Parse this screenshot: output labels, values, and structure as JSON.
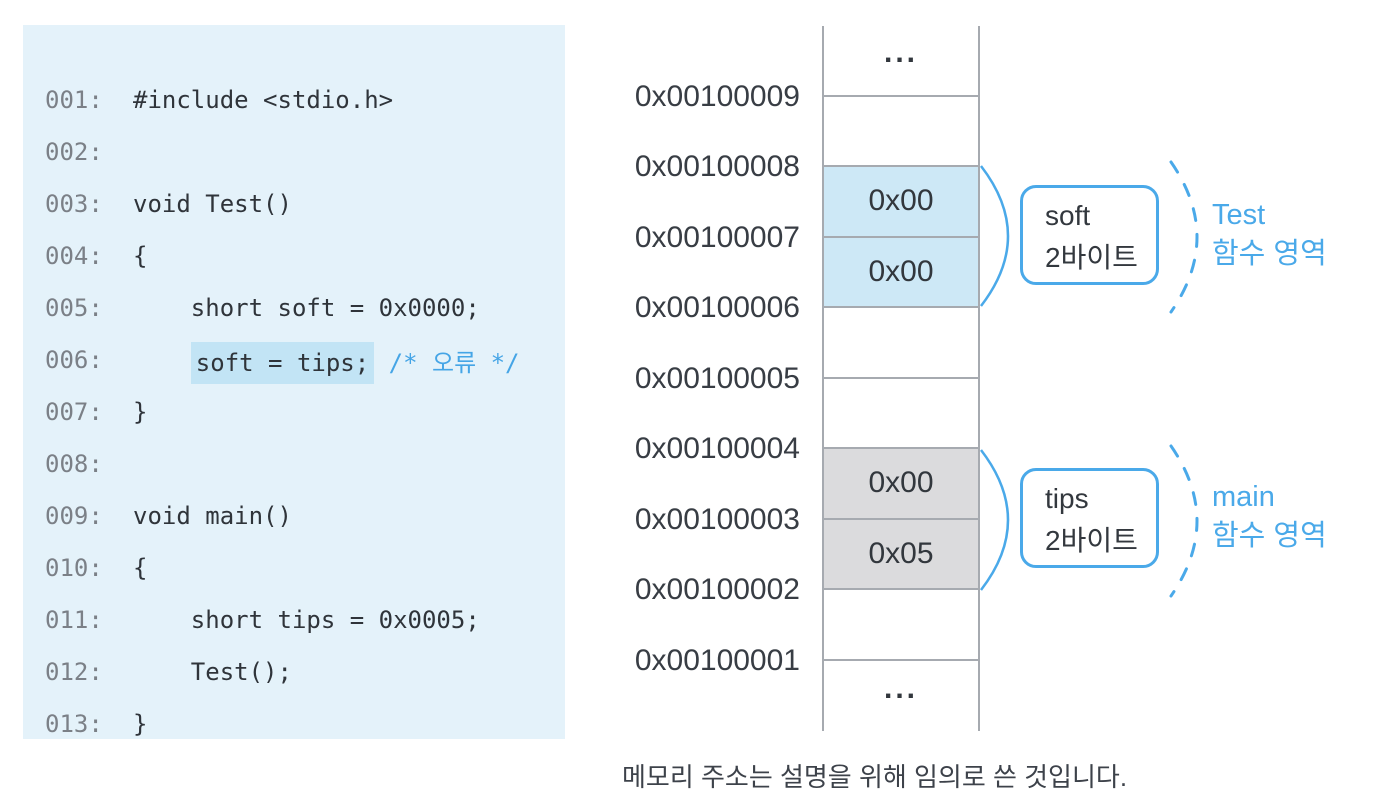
{
  "colors": {
    "accent_blue": "#4aa9e9",
    "panel_bg": "#e4f2fa",
    "highlight_bg": "#c2e4f5",
    "comment_blue": "#45a5e6",
    "cell_blue": "#cde8f6",
    "cell_gray": "#dbdbdd",
    "grid_line_gray": "#a6aab0",
    "code_text": "#2f343a",
    "line_number_gray": "#7b8087"
  },
  "code_panel": {
    "lines": [
      {
        "num": "001:",
        "segments": [
          {
            "t": "#include <stdio.h>",
            "s": "code"
          }
        ]
      },
      {
        "num": "002:",
        "segments": []
      },
      {
        "num": "003:",
        "segments": [
          {
            "t": "void Test()",
            "s": "code"
          }
        ]
      },
      {
        "num": "004:",
        "segments": [
          {
            "t": "{",
            "s": "code"
          }
        ]
      },
      {
        "num": "005:",
        "segments": [
          {
            "t": "    short soft = 0x0000;",
            "s": "code"
          }
        ]
      },
      {
        "num": "006:",
        "segments": [
          {
            "t": "    ",
            "s": "code"
          },
          {
            "t": "soft = tips;",
            "s": "highlight"
          },
          {
            "t": " ",
            "s": "code"
          },
          {
            "t": "/* 오류 */",
            "s": "comment"
          }
        ]
      },
      {
        "num": "007:",
        "segments": [
          {
            "t": "}",
            "s": "code"
          }
        ]
      },
      {
        "num": "008:",
        "segments": []
      },
      {
        "num": "009:",
        "segments": [
          {
            "t": "void main()",
            "s": "code"
          }
        ]
      },
      {
        "num": "010:",
        "segments": [
          {
            "t": "{",
            "s": "code"
          }
        ]
      },
      {
        "num": "011:",
        "segments": [
          {
            "t": "    short tips = 0x0005;",
            "s": "code"
          }
        ]
      },
      {
        "num": "012:",
        "segments": [
          {
            "t": "    Test();",
            "s": "code"
          }
        ]
      },
      {
        "num": "013:",
        "segments": [
          {
            "t": "}",
            "s": "code"
          }
        ]
      }
    ]
  },
  "memory": {
    "addresses": [
      "0x00100009",
      "0x00100008",
      "0x00100007",
      "0x00100006",
      "0x00100005",
      "0x00100004",
      "0x00100003",
      "0x00100002",
      "0x00100001"
    ],
    "cells": [
      {
        "value": "...",
        "fill": "none"
      },
      {
        "value": "",
        "fill": "none"
      },
      {
        "value": "0x00",
        "fill": "blue"
      },
      {
        "value": "0x00",
        "fill": "blue"
      },
      {
        "value": "",
        "fill": "none"
      },
      {
        "value": "",
        "fill": "none"
      },
      {
        "value": "0x00",
        "fill": "gray"
      },
      {
        "value": "0x05",
        "fill": "gray"
      },
      {
        "value": "",
        "fill": "none"
      },
      {
        "value": "...",
        "fill": "none"
      }
    ],
    "annotations": {
      "soft": {
        "name": "soft",
        "size": "2바이트",
        "region_name": "Test",
        "region_label": "함수 영역"
      },
      "tips": {
        "name": "tips",
        "size": "2바이트",
        "region_name": "main",
        "region_label": "함수 영역"
      }
    }
  },
  "caption": "메모리 주소는 설명을 위해 임의로 쓴 것입니다."
}
